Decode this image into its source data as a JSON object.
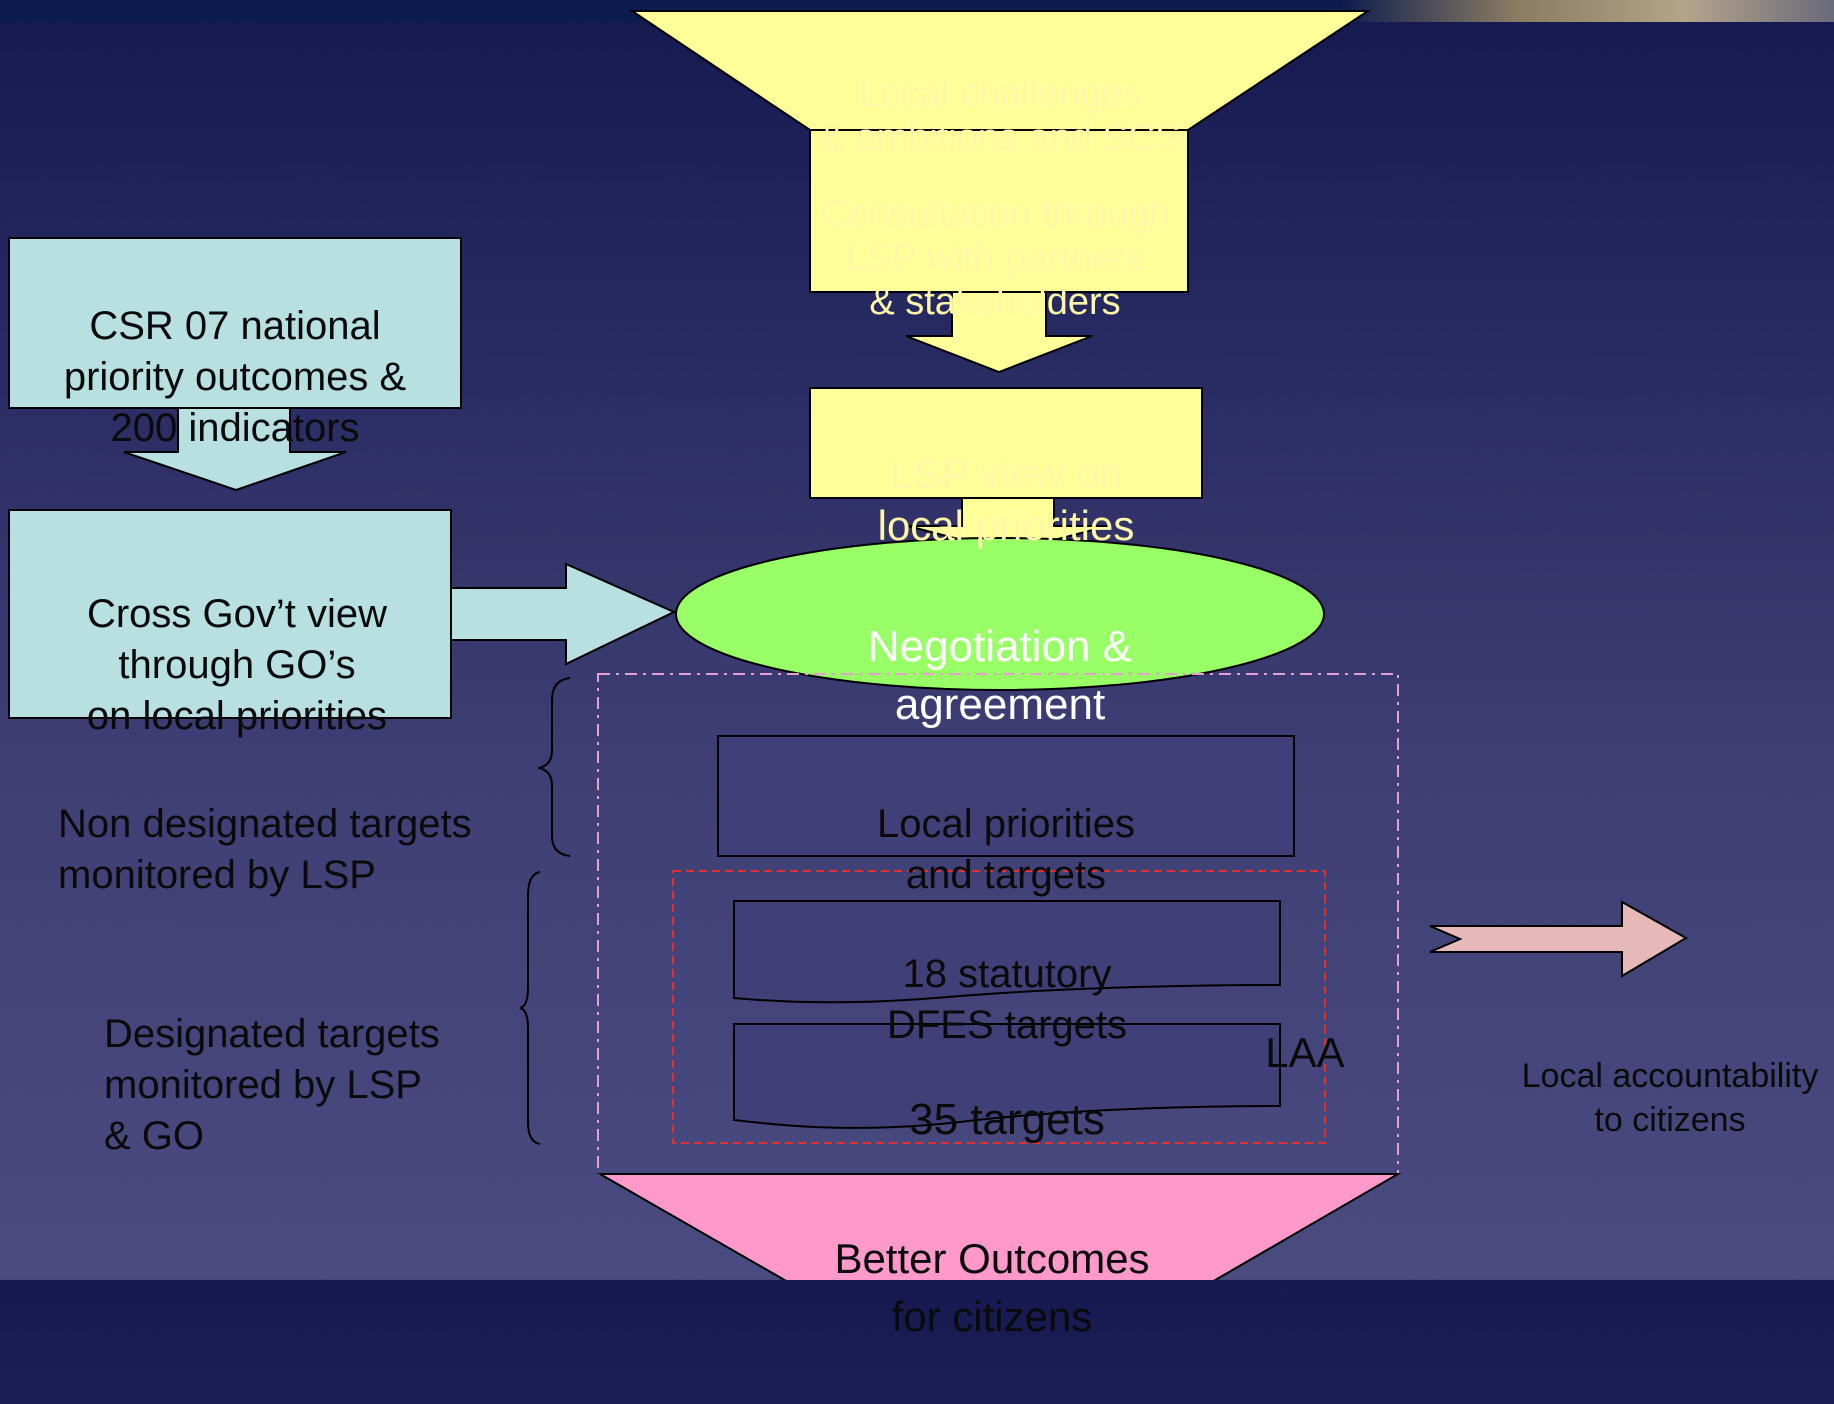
{
  "funnel_top": {
    "line1": "Local challenges",
    "line2": "& ambitions and SCS"
  },
  "consultation": {
    "line1": "Consultation through",
    "line2": "LSP with partners",
    "line3": "& stakeholders"
  },
  "lsp_view": {
    "line1": "LSP view on",
    "line2": "local priorities"
  },
  "csr_box": {
    "line1": "CSR 07 national",
    "line2": "priority outcomes &",
    "line3": "200 indicators"
  },
  "cross_gov": {
    "line1": "Cross Gov’t view",
    "line2": "through GO’s",
    "line3": "on local priorities"
  },
  "negotiation": {
    "line1": "Negotiation &",
    "line2": "agreement"
  },
  "non_designated": {
    "line1": "Non designated targets",
    "line2": "monitored by LSP"
  },
  "designated": {
    "line1": "Designated targets",
    "line2": "monitored by LSP",
    "line3": "& GO"
  },
  "local_priorities": {
    "line1": "Local priorities",
    "line2": "and targets"
  },
  "statutory": {
    "line1": "18 statutory",
    "line2": "DFES targets"
  },
  "targets35": {
    "text": "35 targets"
  },
  "laa": {
    "text": "LAA"
  },
  "accountability": {
    "line1": "Local accountability",
    "line2": "to citizens"
  },
  "outcomes": {
    "line1": "Better Outcomes",
    "line2": "for citizens"
  },
  "colors": {
    "yellow": "#ffff99",
    "light_blue": "#b8e0e0",
    "green": "#99ff66",
    "pink": "#ff99cc",
    "light_pink": "#e6b8b8"
  }
}
